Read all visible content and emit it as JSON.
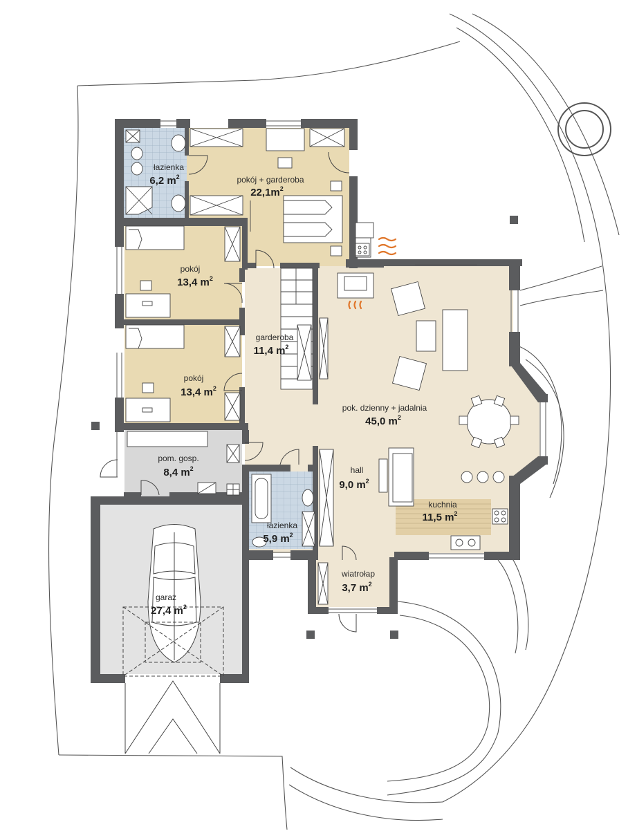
{
  "plan": {
    "rooms": [
      {
        "id": "lazienka-top",
        "name": "łazienka",
        "area_value": "6,2 m",
        "area_sup": "2"
      },
      {
        "id": "pokoj-garderoba",
        "name": "pokój + garderoba",
        "area_value": "22,1m",
        "area_sup": "2"
      },
      {
        "id": "pokoj-1",
        "name": "pokój",
        "area_value": "13,4 m",
        "area_sup": "2"
      },
      {
        "id": "garderoba",
        "name": "garderoba",
        "area_value": "11,4 m",
        "area_sup": "2"
      },
      {
        "id": "pokoj-2",
        "name": "pokój",
        "area_value": "13,4 m",
        "area_sup": "2"
      },
      {
        "id": "pok-dzienny",
        "name": "pok. dzienny + jadalnia",
        "area_value": "45,0 m",
        "area_sup": "2"
      },
      {
        "id": "pom-gosp",
        "name": "pom. gosp.",
        "area_value": "8,4 m",
        "area_sup": "2"
      },
      {
        "id": "hall",
        "name": "hall",
        "area_value": "9,0 m",
        "area_sup": "2"
      },
      {
        "id": "kuchnia",
        "name": "kuchnia",
        "area_value": "11,5 m",
        "area_sup": "2"
      },
      {
        "id": "lazienka-bottom",
        "name": "łazienka",
        "area_value": "5,9 m",
        "area_sup": "2"
      },
      {
        "id": "wiatrolap",
        "name": "wiatrołap",
        "area_value": "3,7 m",
        "area_sup": "2"
      },
      {
        "id": "garaz",
        "name": "garaż",
        "area_value": "27,4 m",
        "area_sup": "2"
      }
    ],
    "colors": {
      "wall": "#5b5c5e",
      "living": "#efe6d3",
      "bedroom": "#e9dab3",
      "bathroom": "#cbd8e4",
      "utility": "#d8d8d8",
      "garage": "#e3e3e3",
      "fire": "#e0762a"
    }
  }
}
